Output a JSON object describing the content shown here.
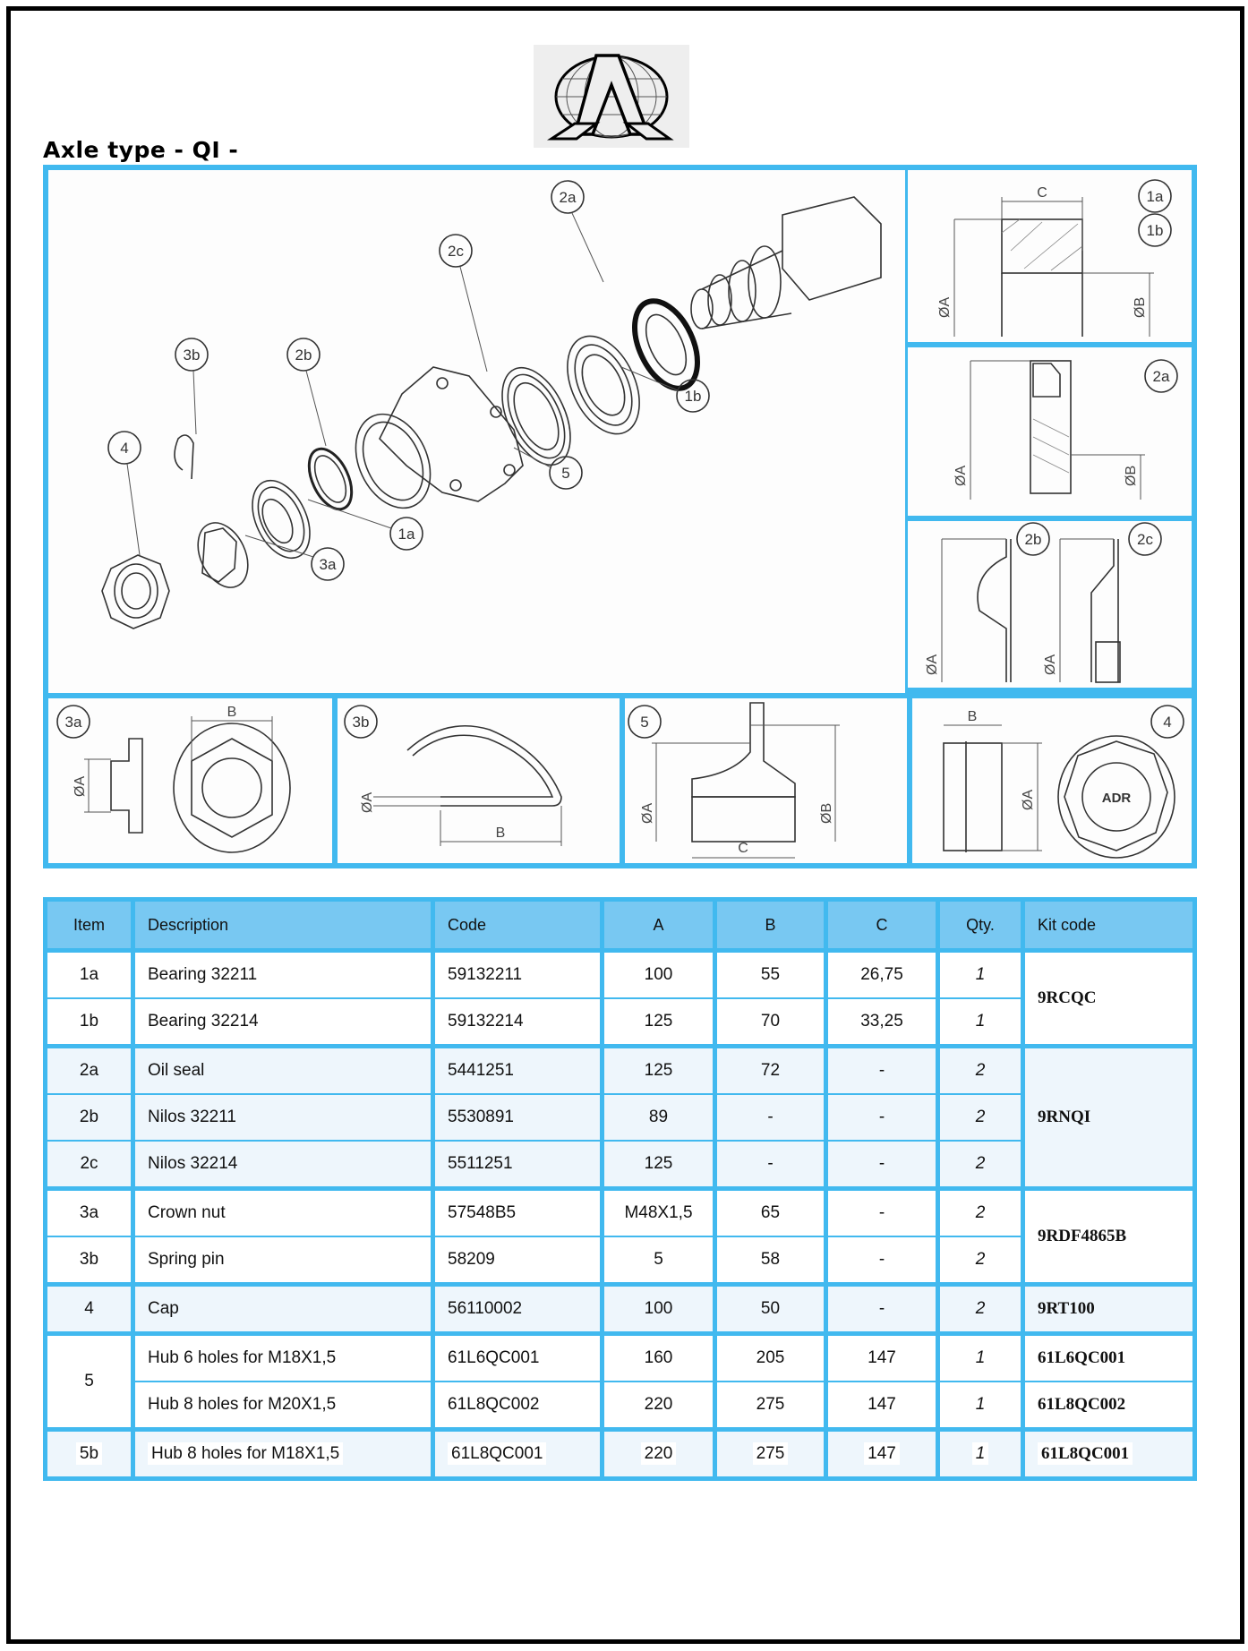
{
  "page": {
    "title": "Axle type - QI -",
    "logo": "adr-globe-logo"
  },
  "diagram": {
    "main_callouts": [
      "2a",
      "2c",
      "1b",
      "3b",
      "2b",
      "5",
      "4",
      "1a",
      "3a"
    ],
    "detail_panels": [
      {
        "id": "1a-1b",
        "callouts": [
          "1a",
          "1b"
        ],
        "dims": [
          "C",
          "ØA",
          "ØB"
        ]
      },
      {
        "id": "2a",
        "callouts": [
          "2a"
        ],
        "dims": [
          "ØA",
          "ØB"
        ]
      },
      {
        "id": "2b-2c",
        "callouts": [
          "2b",
          "2c"
        ],
        "dims": [
          "ØA",
          "ØA"
        ]
      },
      {
        "id": "3a",
        "callouts": [
          "3a"
        ],
        "dims": [
          "B",
          "ØA"
        ]
      },
      {
        "id": "3b",
        "callouts": [
          "3b"
        ],
        "dims": [
          "ØA",
          "B"
        ]
      },
      {
        "id": "5",
        "callouts": [
          "5"
        ],
        "dims": [
          "ØA",
          "ØB",
          "C"
        ]
      },
      {
        "id": "4",
        "callouts": [
          "4"
        ],
        "dims": [
          "B",
          "ØA"
        ],
        "cap_text": "ADR"
      }
    ]
  },
  "table": {
    "headers": [
      "Item",
      "Description",
      "Code",
      "A",
      "B",
      "C",
      "Qty.",
      "Kit code"
    ],
    "rows": [
      {
        "item": "1a",
        "description": "Bearing 32211",
        "code": "59132211",
        "a": "100",
        "b": "55",
        "c": "26,75",
        "qty": "1"
      },
      {
        "item": "1b",
        "description": "Bearing 32214",
        "code": "59132214",
        "a": "125",
        "b": "70",
        "c": "33,25",
        "qty": "1"
      },
      {
        "item": "2a",
        "description": "Oil seal",
        "code": "5441251",
        "a": "125",
        "b": "72",
        "c": "-",
        "qty": "2"
      },
      {
        "item": "2b",
        "description": "Nilos 32211",
        "code": "5530891",
        "a": "89",
        "b": "-",
        "c": "-",
        "qty": "2"
      },
      {
        "item": "2c",
        "description": "Nilos 32214",
        "code": "5511251",
        "a": "125",
        "b": "-",
        "c": "-",
        "qty": "2"
      },
      {
        "item": "3a",
        "description": "Crown nut",
        "code": "57548B5",
        "a": "M48X1,5",
        "b": "65",
        "c": "-",
        "qty": "2"
      },
      {
        "item": "3b",
        "description": "Spring pin",
        "code": "58209",
        "a": "5",
        "b": "58",
        "c": "-",
        "qty": "2"
      },
      {
        "item": "4",
        "description": "Cap",
        "code": "56110002",
        "a": "100",
        "b": "50",
        "c": "-",
        "qty": "2"
      },
      {
        "item": "5",
        "description": "Hub 6 holes for M18X1,5",
        "code": "61L6QC001",
        "a": "160",
        "b": "205",
        "c": "147",
        "qty": "1"
      },
      {
        "item": "",
        "description": "Hub 8 holes for M20X1,5",
        "code": "61L8QC002",
        "a": "220",
        "b": "275",
        "c": "147",
        "qty": "1"
      },
      {
        "item": "5b",
        "description": "Hub 8 holes for M18X1,5",
        "code": "61L8QC001",
        "a": "220",
        "b": "275",
        "c": "147",
        "qty": "1"
      }
    ],
    "kit_codes": {
      "bearings": "9RCQC",
      "seals": "9RNQI",
      "nut_pin": "9RDF4865B",
      "cap": "9RT100",
      "hub6": "61L6QC001",
      "hub8_m20": "61L8QC002",
      "hub8_m18": "61L8QC001"
    }
  },
  "colors": {
    "border": "#41b9ef",
    "header_bg": "#78c8f2",
    "alt_row_bg": "#eef6fc"
  }
}
